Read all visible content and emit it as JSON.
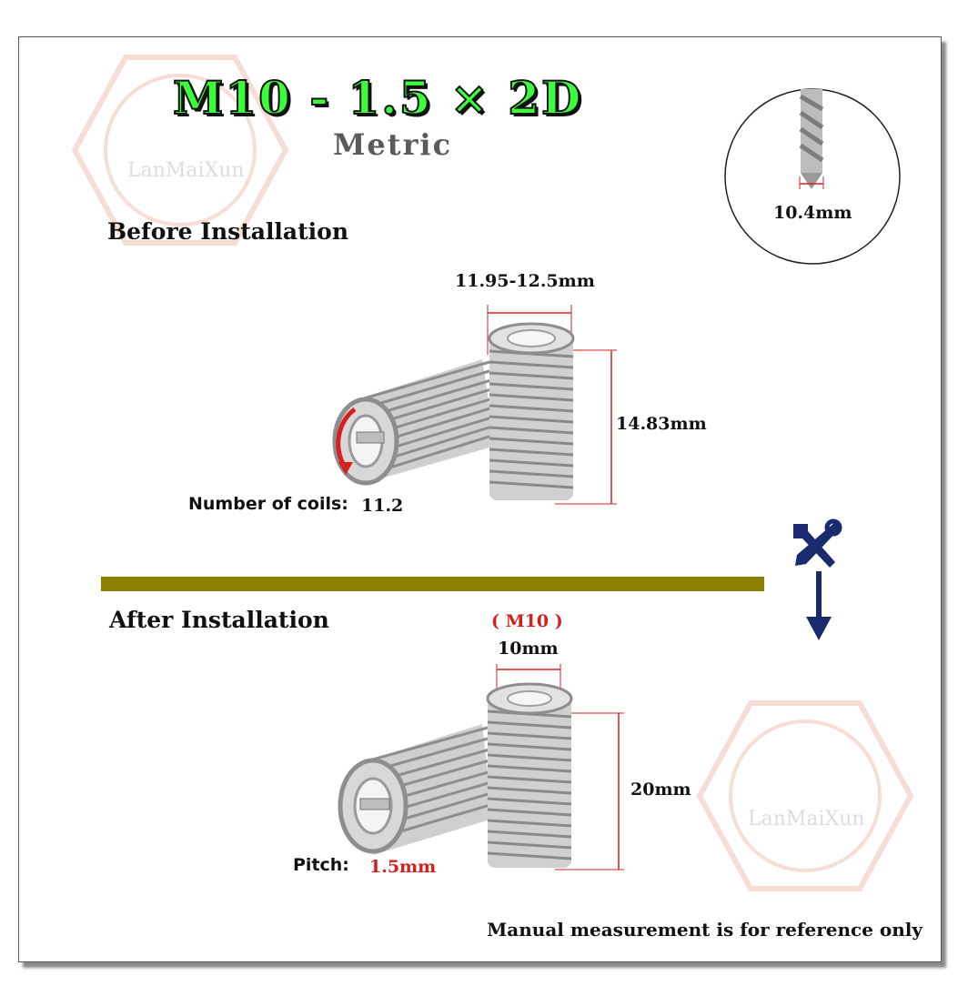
{
  "title": "M10 - 1.5 × 2D",
  "subtitle": "Metric",
  "drill": {
    "diameter": "10.4mm"
  },
  "before": {
    "heading": "Before Installation",
    "outer_diameter": "11.95-12.5mm",
    "length": "14.83mm",
    "coils_label": "Number of coils:",
    "coils_value": "11.2"
  },
  "after": {
    "heading": "After Installation",
    "thread": "( M10 )",
    "diameter": "10mm",
    "length": "20mm",
    "pitch_label": "Pitch:",
    "pitch_value": "1.5mm"
  },
  "watermark": "LanMaiXun",
  "footer_note": "Manual measurement is for reference only",
  "colors": {
    "title_green": "#3cff3c",
    "divider": "#8c8000",
    "accent_red": "#d62020",
    "arrow_navy": "#1a2a6e"
  },
  "icons": [
    "drill-bit-icon",
    "tools-icon",
    "down-arrow-icon",
    "rotation-arrow-icon"
  ]
}
